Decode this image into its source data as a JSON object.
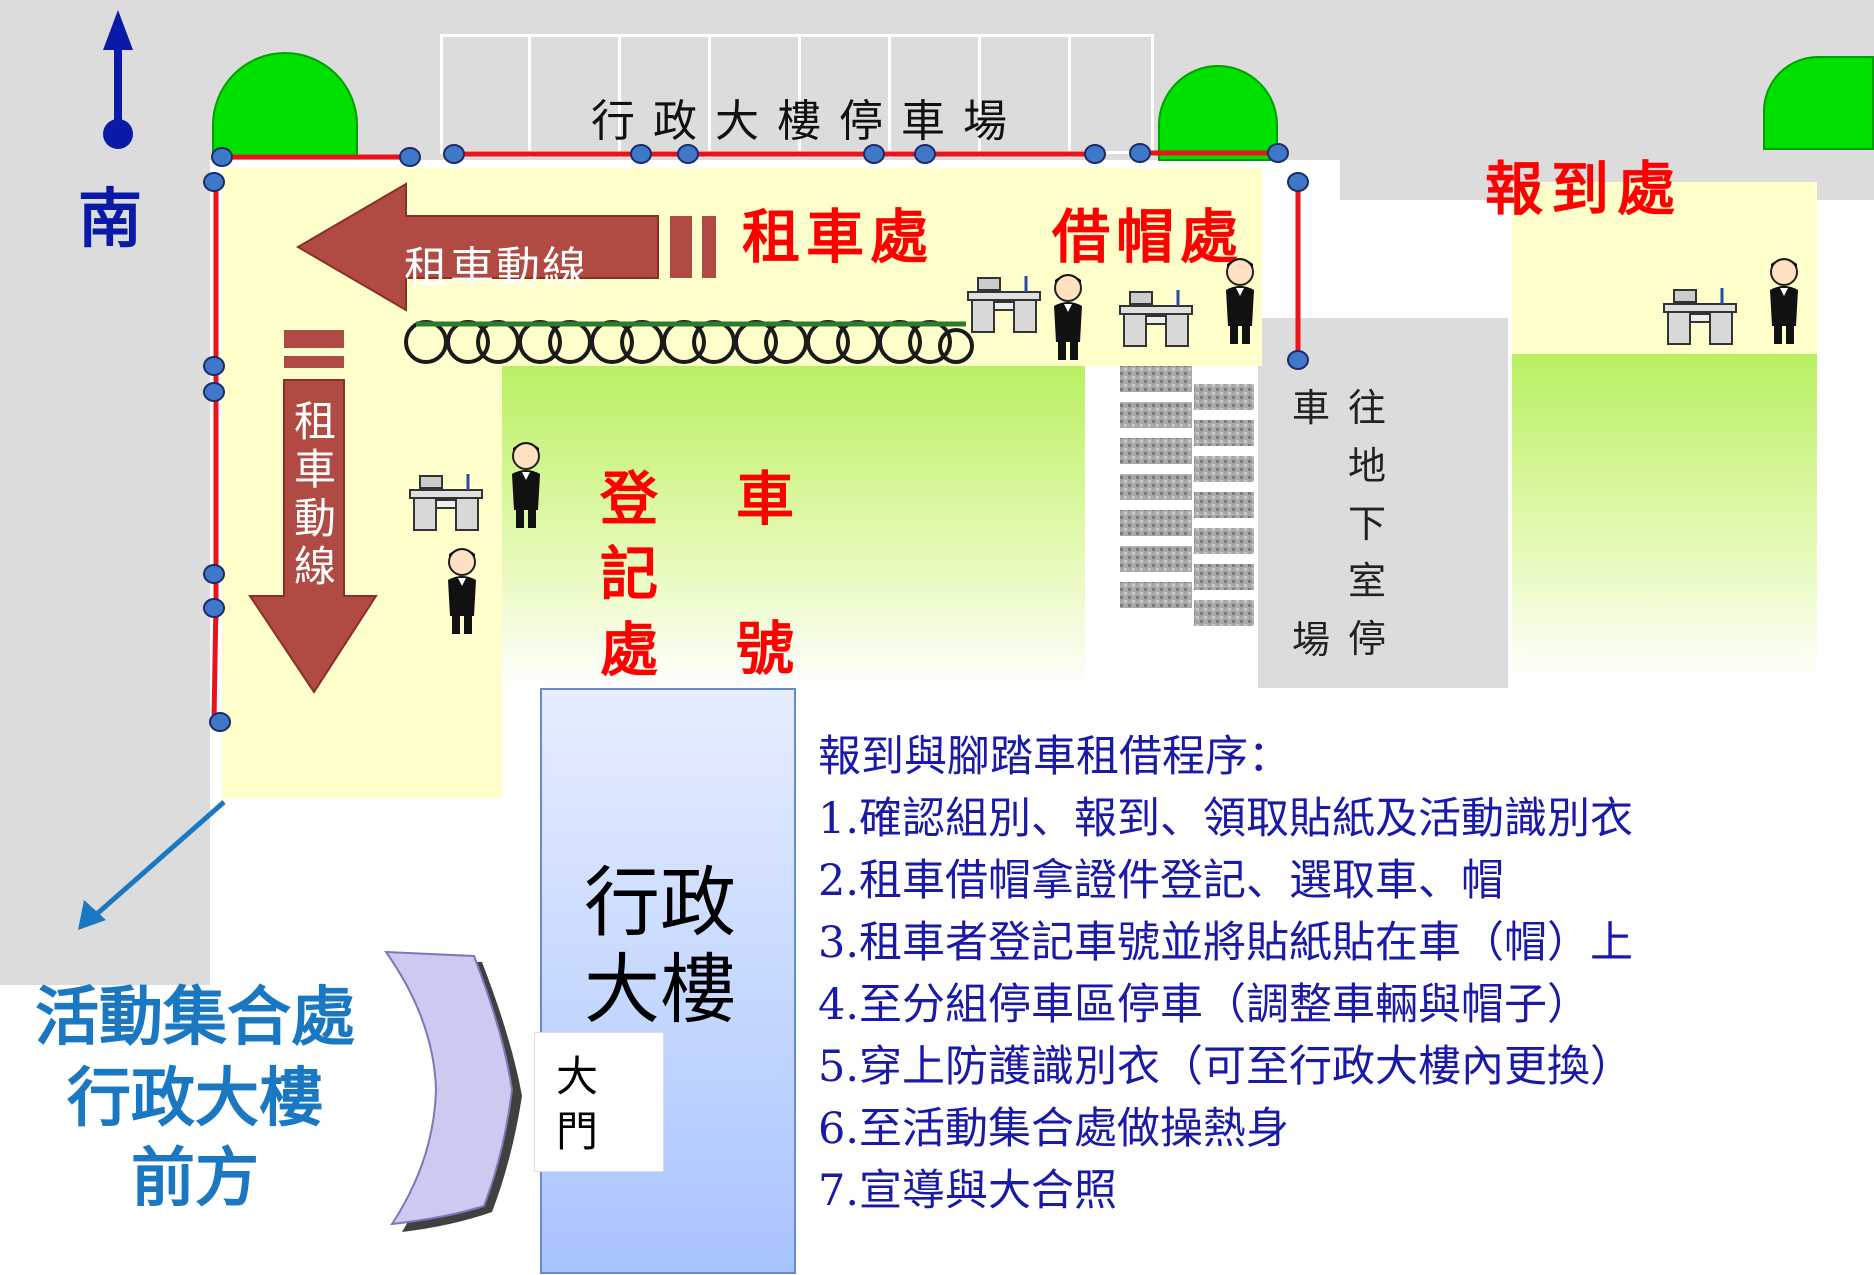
{
  "direction": {
    "label": "南",
    "arrow": "up-arrow-icon"
  },
  "parking_lot": {
    "label": "行 政 大 樓 停 車 場"
  },
  "rental_station": {
    "label": "租車處"
  },
  "helmet_station": {
    "label": "借帽處"
  },
  "checkin": {
    "label": "報到處"
  },
  "rental_flow_h": {
    "label": "租車動線"
  },
  "rental_flow_v": {
    "chars": [
      "租",
      "車",
      "動",
      "線"
    ]
  },
  "registration": {
    "col1": [
      "登",
      "記",
      "處"
    ],
    "col2": [
      "車",
      "",
      "號"
    ]
  },
  "underground": {
    "col_left": [
      "車",
      "",
      "",
      "",
      "場"
    ],
    "col_right": [
      "往",
      "地",
      "下",
      "室",
      "停"
    ]
  },
  "building": {
    "line1": "行政",
    "line2": "大樓"
  },
  "main_gate": {
    "chars": [
      "大",
      "門"
    ]
  },
  "assembly": {
    "lines": [
      "活動集合處",
      "行政大樓",
      "前方"
    ]
  },
  "procedure": {
    "title": "報到與腳踏車租借程序：",
    "steps": [
      "1.確認組別、報到、領取貼紙及活動識別衣",
      "2.租車借帽拿證件登記、選取車、帽",
      "3.租車者登記車號並將貼紙貼在車（帽）上",
      "4.至分組停車區停車（調整車輛與帽子）",
      "5.穿上防護識別衣（可至行政大樓內更換）",
      "6.至活動集合處做操熱身",
      "7.宣導與大合照"
    ]
  },
  "colors": {
    "label_red": "#ff0000",
    "procedure_blue": "#1a1aa8",
    "assembly_blue": "#1a78c2",
    "fence_red": "#e8141a",
    "arrow_brown": "#b04a42",
    "zone_yellow": "#ffffcc",
    "lawn_green": "#b8f060",
    "hedge_green": "#00e000"
  }
}
